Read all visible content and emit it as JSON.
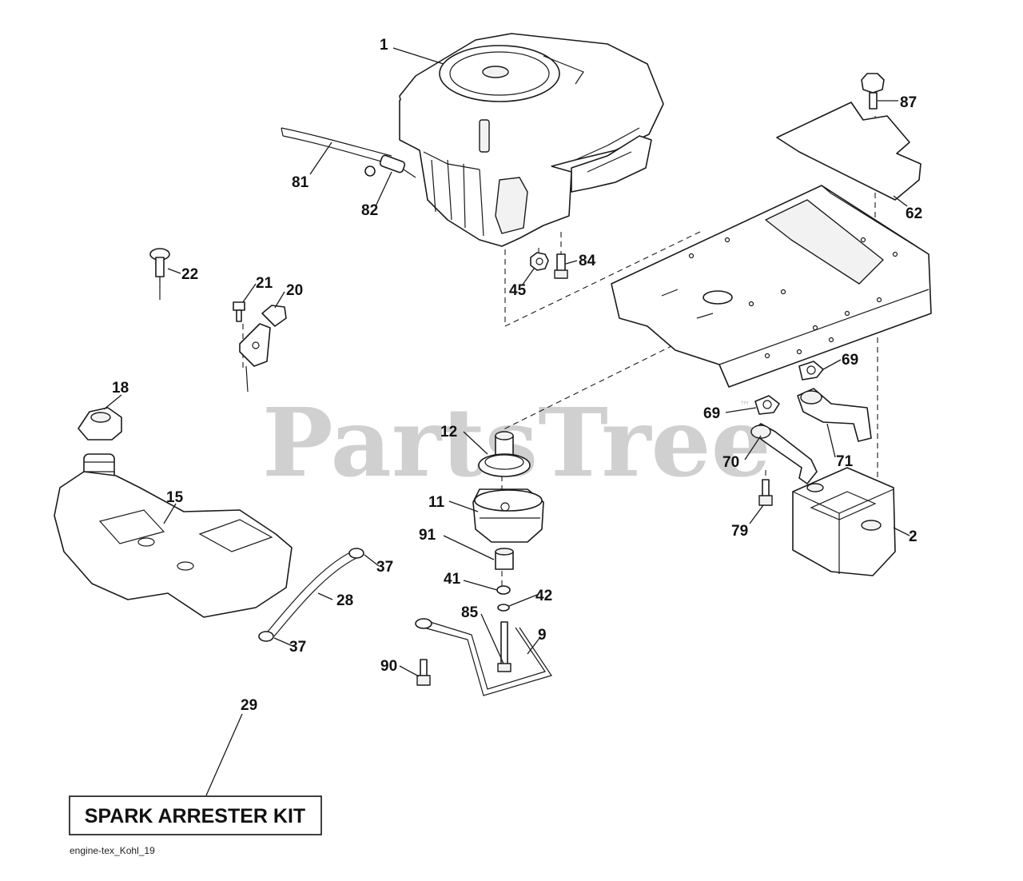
{
  "watermark": {
    "text": "PartsTree",
    "trademark": "™"
  },
  "reference_code": "engine-tex_Kohl_19",
  "kit_label": "SPARK ARRESTER KIT",
  "callouts": {
    "c1": "1",
    "c87": "87",
    "c81": "81",
    "c82": "82",
    "c62": "62",
    "c84": "84",
    "c45": "45",
    "c22": "22",
    "c21": "21",
    "c20": "20",
    "c69a": "69",
    "c69b": "69",
    "c18": "18",
    "c12": "12",
    "c70": "70",
    "c71": "71",
    "c15": "15",
    "c11": "11",
    "c79": "79",
    "c2": "2",
    "c91": "91",
    "c37a": "37",
    "c41": "41",
    "c42": "42",
    "c28": "28",
    "c85": "85",
    "c9": "9",
    "c37b": "37",
    "c90": "90",
    "c29": "29"
  },
  "colors": {
    "line": "#1a1a1a",
    "watermark": "#c8c8c8",
    "background": "#ffffff"
  }
}
